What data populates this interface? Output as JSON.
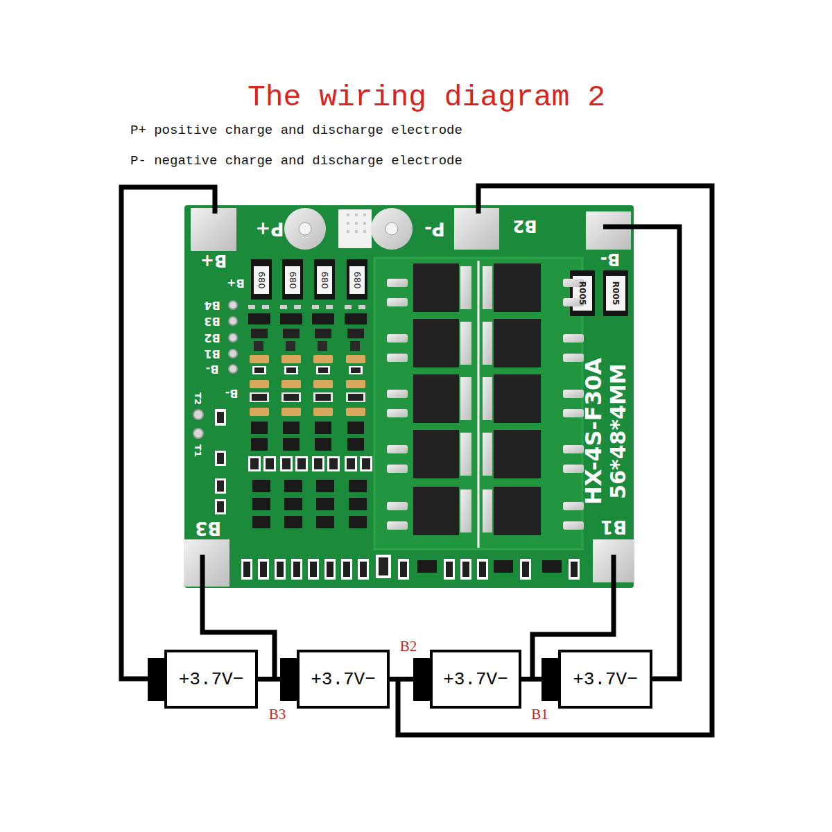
{
  "diagram": {
    "title": "The wiring diagram 2",
    "nodes": [
      {
        "text": [
          "+3.7V−"
        ]
      },
      {
        "text": [
          "+3.7V−"
        ]
      },
      {
        "text": [
          "+3.7V−"
        ]
      },
      {
        "text": [
          "+3.7V−"
        ]
      }
    ],
    "edges": [
      {
        "from": 0,
        "to": 1,
        "arrow": "none",
        "label": "B3"
      },
      {
        "from": 1,
        "to": 2,
        "arrow": "none",
        "label": "B2"
      },
      {
        "from": 2,
        "to": 3,
        "arrow": "none",
        "label": "B1"
      }
    ],
    "labels": [
      "P+ positive charge and discharge electrode",
      "P- negative charge and discharge electrode",
      "B+",
      "P+",
      "P-",
      "B2",
      "B-",
      "B+",
      "B4",
      "B3",
      "B2",
      "B1",
      "B-",
      "B-",
      "T2",
      "T1",
      "B3",
      "B1",
      "HX-4S-F30A",
      "56*48*4MM",
      "680",
      "680",
      "680",
      "680",
      "R005",
      "R005"
    ]
  }
}
